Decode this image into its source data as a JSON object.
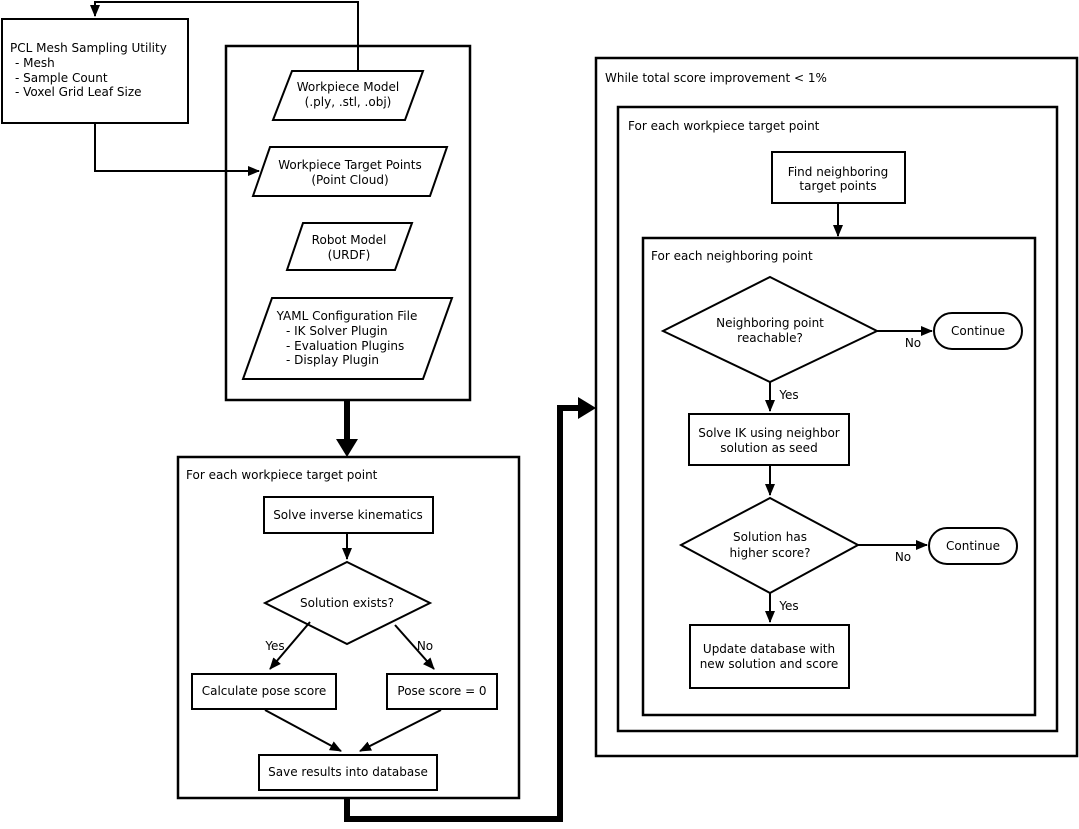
{
  "colors": {
    "stroke": "#000000",
    "background": "#ffffff",
    "text": "#000000"
  },
  "groups": {
    "foreach_main": {
      "label": "For each workpiece target point"
    },
    "while_loop": {
      "label": "While total score improvement < 1%"
    },
    "foreach_inner": {
      "label": "For each workpiece target point"
    },
    "foreach_neighbor": {
      "label": "For each neighboring point"
    }
  },
  "nodes": {
    "pcl": {
      "title": "PCL Mesh Sampling Utility",
      "items": [
        "- Mesh",
        "- Sample Count",
        "- Voxel Grid Leaf Size"
      ]
    },
    "workpiece_model": {
      "lines": [
        "Workpiece Model",
        "(.ply, .stl, .obj)"
      ]
    },
    "workpiece_target_points": {
      "lines": [
        "Workpiece Target Points",
        "(Point Cloud)"
      ]
    },
    "robot_model": {
      "lines": [
        "Robot Model",
        "(URDF)"
      ]
    },
    "yaml_config": {
      "title": "YAML Configuration File",
      "items": [
        "- IK Solver Plugin",
        "- Evaluation Plugins",
        "- Display Plugin"
      ]
    },
    "solve_ik": {
      "label": "Solve inverse kinematics"
    },
    "solution_exists": {
      "label": "Solution exists?"
    },
    "calculate_pose_score": {
      "label": "Calculate pose score"
    },
    "pose_score_zero": {
      "label": "Pose score = 0"
    },
    "save_results": {
      "label": "Save results into database"
    },
    "find_neighboring": {
      "lines": [
        "Find neighboring",
        "target points"
      ]
    },
    "neighboring_reachable": {
      "lines": [
        "Neighboring point",
        "reachable?"
      ]
    },
    "continue_reachable": {
      "label": "Continue"
    },
    "solve_ik_seed": {
      "lines": [
        "Solve IK using neighbor",
        "solution as seed"
      ]
    },
    "solution_higher": {
      "lines": [
        "Solution has",
        "higher score?"
      ]
    },
    "continue_higher": {
      "label": "Continue"
    },
    "update_database": {
      "lines": [
        "Update database with",
        "new solution and score"
      ]
    }
  },
  "edge_labels": {
    "exists_yes": "Yes",
    "exists_no": "No",
    "reachable_yes": "Yes",
    "reachable_no": "No",
    "higher_yes": "Yes",
    "higher_no": "No"
  }
}
